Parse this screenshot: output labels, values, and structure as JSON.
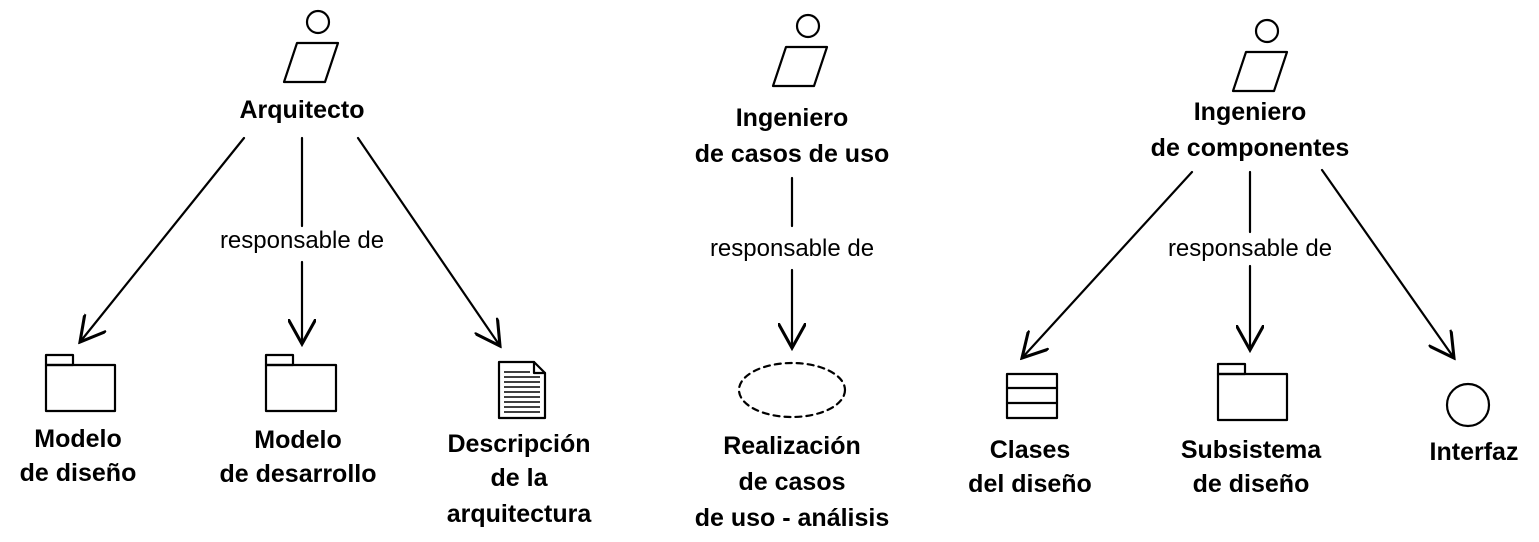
{
  "groups": [
    {
      "worker": "Arquitecto",
      "relation": "responsable de",
      "artifacts": [
        {
          "icon": "folder-icon",
          "lines": [
            "Modelo",
            "de diseño"
          ]
        },
        {
          "icon": "folder-icon",
          "lines": [
            "Modelo",
            "de desarrollo"
          ]
        },
        {
          "icon": "document-icon",
          "lines": [
            "Descripción",
            "de la",
            "arquitectura"
          ]
        }
      ]
    },
    {
      "worker_lines": [
        "Ingeniero",
        "de casos de uso"
      ],
      "relation": "responsable de",
      "artifacts": [
        {
          "icon": "dashed-ellipse-icon",
          "lines": [
            "Realización",
            "de casos",
            "de uso - análisis"
          ]
        }
      ]
    },
    {
      "worker_lines": [
        "Ingeniero",
        "de componentes"
      ],
      "relation": "responsable de",
      "artifacts": [
        {
          "icon": "class-icon",
          "lines": [
            "Clases",
            "del diseño"
          ]
        },
        {
          "icon": "folder-icon",
          "lines": [
            "Subsistema",
            "de diseño"
          ]
        },
        {
          "icon": "interface-circle-icon",
          "lines": [
            "Interfaz"
          ]
        }
      ]
    }
  ]
}
